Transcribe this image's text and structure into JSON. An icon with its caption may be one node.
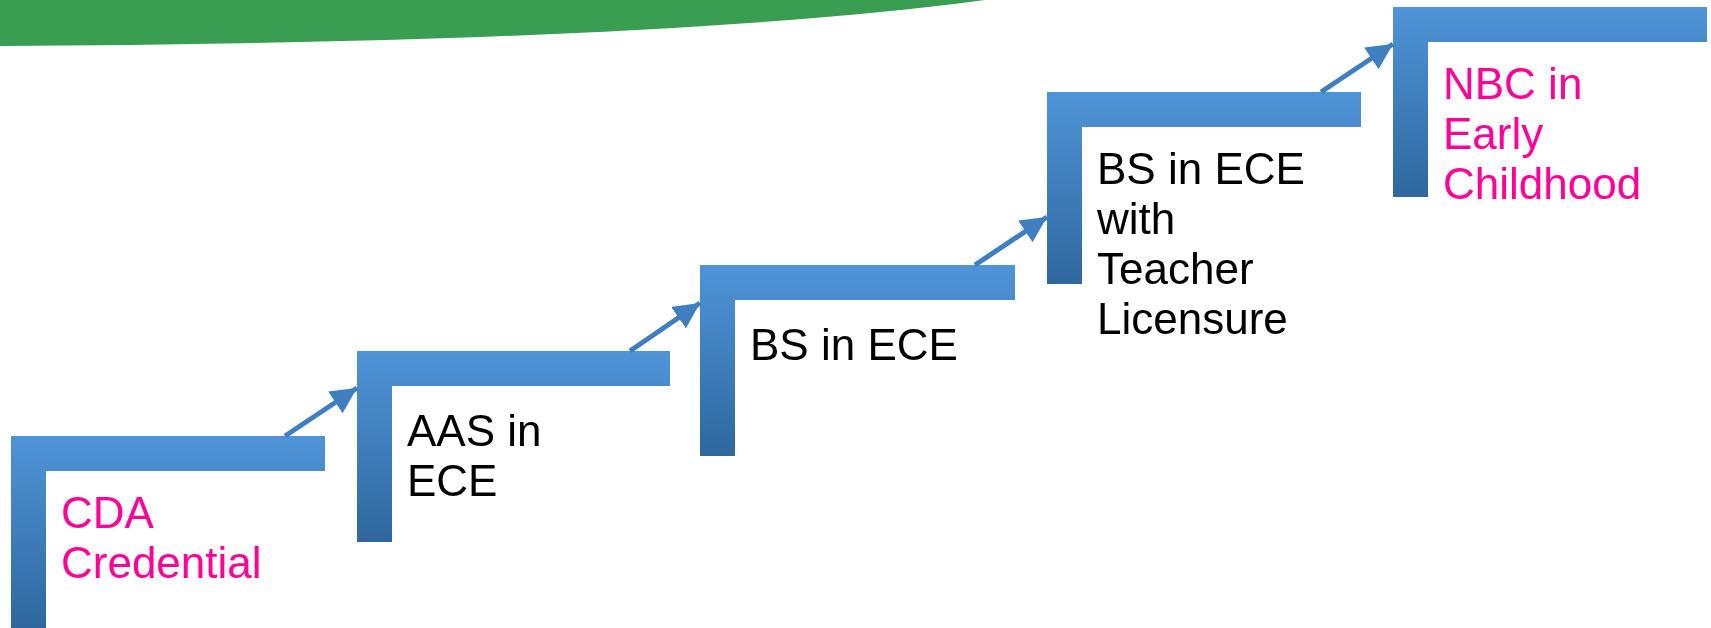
{
  "diagram": {
    "nodes": [
      {
        "text": [
          "CDA Credential"
        ]
      },
      {
        "text": [
          "AAS in ECE"
        ]
      },
      {
        "text": [
          "BS in ECE"
        ]
      },
      {
        "text": [
          "BS in ECE with Teacher Licensure"
        ]
      },
      {
        "text": [
          "NBC in Early Childhood"
        ]
      }
    ],
    "edges": [
      {
        "from": 0,
        "to": 1,
        "arrow": "to"
      },
      {
        "from": 1,
        "to": 2,
        "arrow": "to"
      },
      {
        "from": 2,
        "to": 3,
        "arrow": "to"
      },
      {
        "from": 3,
        "to": 4,
        "arrow": "to"
      }
    ]
  }
}
